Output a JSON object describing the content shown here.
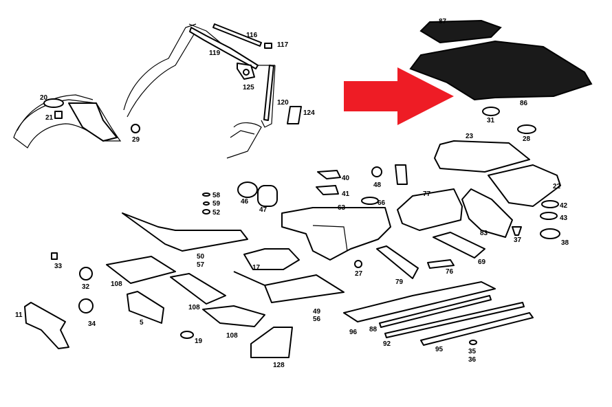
{
  "diagram": {
    "highlight_color": "#ee1c25",
    "labels": {
      "p87": "87",
      "p86": "86",
      "p31": "31",
      "p28": "28",
      "p23": "23",
      "p22": "22",
      "p116": "116",
      "p117": "117",
      "p119": "119",
      "p125": "125",
      "p120": "120",
      "p124": "124",
      "p20": "20",
      "p21": "21",
      "p29": "29",
      "p40": "40",
      "p41": "41",
      "p48": "48",
      "p58": "58",
      "p59": "59",
      "p52": "52",
      "p46": "46",
      "p47": "47",
      "p66": "66",
      "p63": "63",
      "p77": "77",
      "p42": "42",
      "p43": "43",
      "p38": "38",
      "p37": "37",
      "p83": "83",
      "p69": "69",
      "p76": "76",
      "p50": "50",
      "p57": "57",
      "p17": "17",
      "p27": "27",
      "p79": "79",
      "p33": "33",
      "p32": "32",
      "p108a": "108",
      "p108b": "108",
      "p108c": "108",
      "p5": "5",
      "p11": "11",
      "p34": "34",
      "p19": "19",
      "p49": "49",
      "p56": "56",
      "p128": "128",
      "p96": "96",
      "p88": "88",
      "p92": "92",
      "p95": "95",
      "p35": "35",
      "p36": "36"
    }
  }
}
